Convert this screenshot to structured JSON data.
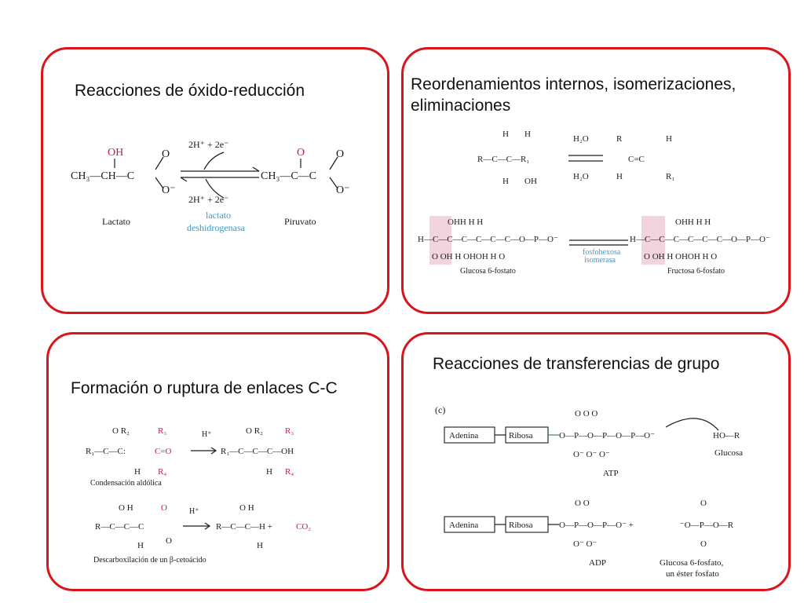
{
  "panels": {
    "redox": {
      "title": "Reacciones de óxido-reducción",
      "top_cofactor": "2H⁺ + 2e⁻",
      "bottom_cofactor": "2H⁺ + 2e⁻",
      "reactant_label": "Lactato",
      "product_label": "Piruvato",
      "enzyme_line1": "lactato",
      "enzyme_line2": "deshidrogenasa",
      "reactant_left": "CH₃—CH—C",
      "reactant_oh": "OH",
      "product_left": "CH₃—C—C"
    },
    "isomer": {
      "title_line1": "Reordenamientos internos, isomerizaciones,",
      "title_line2": "eliminaciones",
      "water_top": "H₂O",
      "water_bottom": "H₂O",
      "glucose_label": "Glucosa 6-fostato",
      "fructose_label": "Fructosa 6-fosfato",
      "enzyme_line1": "fosfohexosa",
      "enzyme_line2": "isomerasa"
    },
    "cc": {
      "title": "Formación o ruptura de enlaces C-C",
      "aldol_label": "Condensación aldólica",
      "decarbox_label": "Descarboxilación de un β-cetoácido",
      "h_plus_1": "H⁺",
      "h_plus_2": "H⁺",
      "co2": "CO₂"
    },
    "transfer": {
      "title": "Reacciones de transferencias de grupo",
      "panel_tag": "(c)",
      "adenina": "Adenina",
      "ribosa": "Ribosa",
      "glucosa_group": "HO—R",
      "glucosa_label": "Glucosa",
      "atp_label": "ATP",
      "adp_label": "ADP",
      "ester_line1": "Glucosa 6-fosfato,",
      "ester_line2": "un éster fosfato"
    }
  },
  "colors": {
    "border": "#d9151c",
    "accent_pink": "#c2185b",
    "enzyme_blue": "#3a9bc7"
  }
}
